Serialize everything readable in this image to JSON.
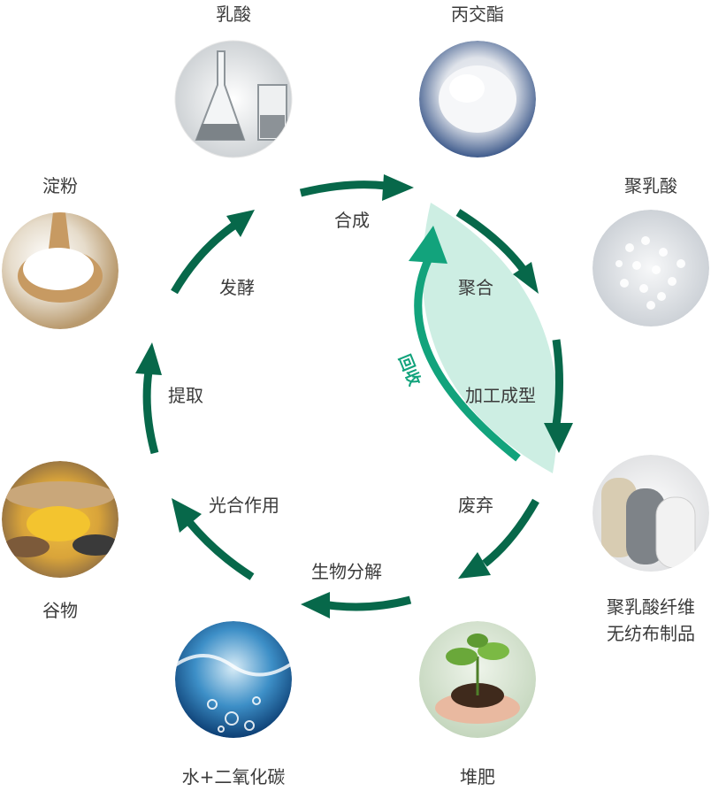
{
  "nodes": {
    "lactic_acid": "乳酸",
    "lactide": "丙交酯",
    "pla": "聚乳酸",
    "pla_fiber_line1": "聚乳酸纤维",
    "pla_fiber_line2": "无纺布制品",
    "compost": "堆肥",
    "water_co2": "水+二氧化碳",
    "grain": "谷物",
    "starch": "淀粉"
  },
  "steps": {
    "synthesis": "合成",
    "polymerization": "聚合",
    "processing": "加工成型",
    "discard": "废弃",
    "biodegradation": "生物分解",
    "photosynthesis": "光合作用",
    "extraction": "提取",
    "fermentation": "发酵",
    "recycling": "回收"
  },
  "colors": {
    "arrow": "#07684a",
    "recycle_arrow": "#12a37c",
    "recycle_fill": "#cdeee3",
    "label_text": "#3b3b3b"
  }
}
